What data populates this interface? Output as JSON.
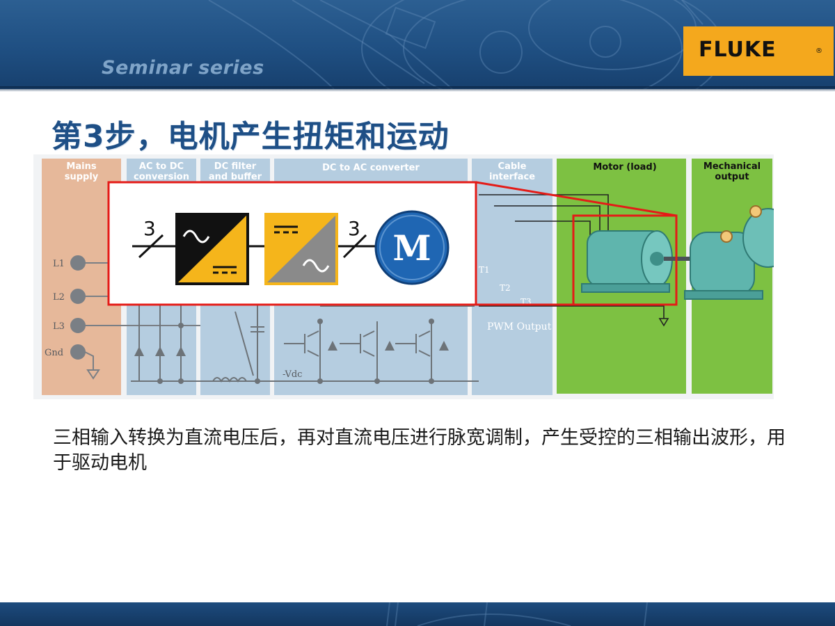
{
  "header": {
    "series_label": "Seminar series",
    "logo_text": "FLUKE",
    "logo_mark": "®"
  },
  "title": "第3步，电机产生扭矩和运动",
  "diagram": {
    "zones": {
      "mains": [
        "Mains",
        "supply"
      ],
      "acdc": [
        "AC to DC",
        "conversion"
      ],
      "filter": [
        "DC filter",
        "and buffer"
      ],
      "dcac": "DC to AC converter",
      "cable": [
        "Cable",
        "interface"
      ],
      "motor": "Motor (load)",
      "mech": [
        "Mechanical",
        "output"
      ]
    },
    "inputs": [
      "L1",
      "L2",
      "L3",
      "Gnd"
    ],
    "outputs": [
      "T1",
      "T2",
      "T3"
    ],
    "pwm_label": "PWM Output",
    "vdc_label": "-Vdc",
    "callout": {
      "phase_in": "3",
      "phase_out": "3",
      "motor_letter": "M"
    }
  },
  "description": "三相输入转换为直流电压后，再对直流电压进行脉宽调制，产生受控的三相输出波形，用于驱动电机",
  "colors": {
    "header_blue": "#1f4f82",
    "logo_orange": "#f4a81d",
    "title_blue": "#1e4f86",
    "mains_zone": "#e6b89a",
    "converter_zone": "#b5cde0",
    "motor_zone": "#7dc142",
    "callout_border": "#e41b17",
    "block_yellow": "#f5b51b"
  }
}
